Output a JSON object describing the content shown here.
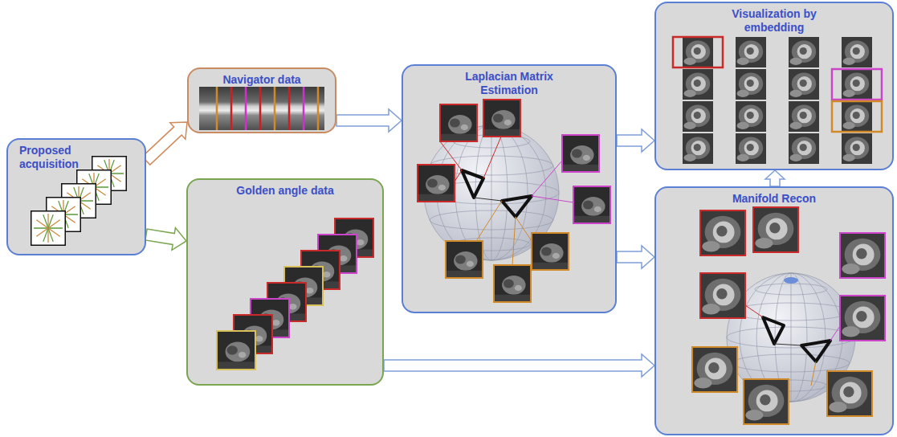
{
  "diagram": {
    "nodes": [
      {
        "text": [
          "Proposed acquisition"
        ]
      },
      {
        "text": [
          "Navigator data"
        ]
      },
      {
        "text": [
          "Golden angle data"
        ]
      },
      {
        "text": [
          "Laplacian Matrix Estimation"
        ]
      },
      {
        "text": [
          "Visualization by embedding"
        ]
      },
      {
        "text": [
          "Manifold Recon"
        ]
      }
    ],
    "edges": [
      {
        "from": 0,
        "to": 1,
        "arrow": "to"
      },
      {
        "from": 0,
        "to": 2,
        "arrow": "to"
      },
      {
        "from": 1,
        "to": 3,
        "arrow": "to"
      },
      {
        "from": 3,
        "to": 4,
        "arrow": "to"
      },
      {
        "from": 3,
        "to": 5,
        "arrow": "to"
      },
      {
        "from": 2,
        "to": 5,
        "arrow": "to"
      },
      {
        "from": 5,
        "to": 4,
        "arrow": "to"
      }
    ]
  }
}
